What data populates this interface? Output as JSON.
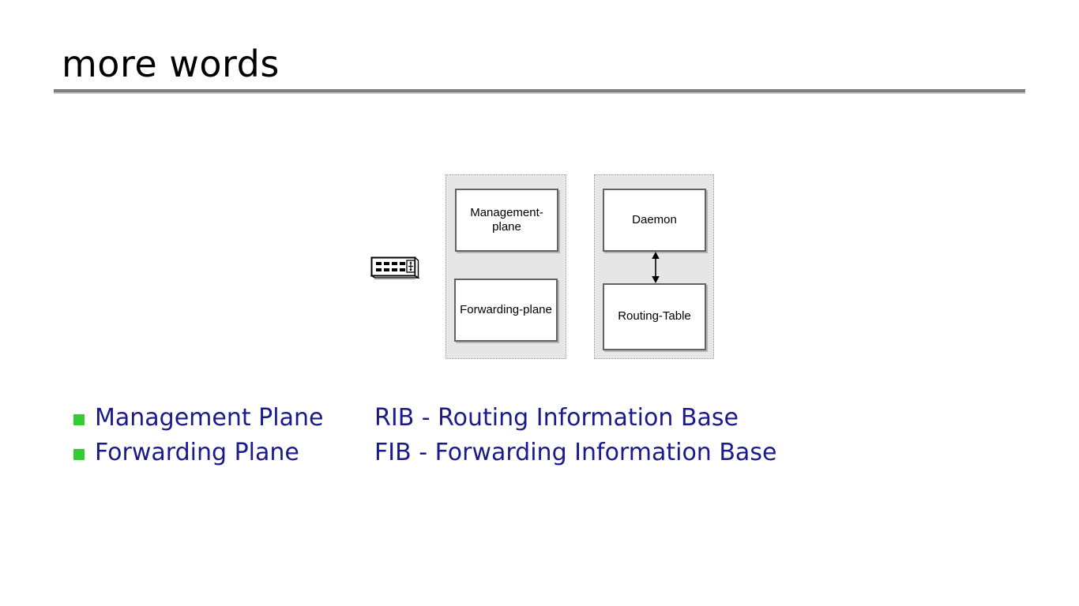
{
  "slide": {
    "title": "more words"
  },
  "diagram": {
    "device_icon_name": "network-switch-icon",
    "panels": [
      {
        "id": "router-planes",
        "name": "router-planes-panel",
        "boxes": [
          {
            "label": "Management-plane",
            "name": "management-plane-box"
          },
          {
            "label": "Forwarding-plane",
            "name": "forwarding-plane-box"
          }
        ]
      },
      {
        "id": "control-internals",
        "name": "control-internals-panel",
        "boxes": [
          {
            "label": "Daemon",
            "name": "daemon-box"
          },
          {
            "label": "Routing-Table",
            "name": "routing-table-box"
          }
        ],
        "connector": {
          "name": "daemon-routing-table-arrow",
          "style": "double-headed-vertical-arrow"
        }
      }
    ]
  },
  "bullets": [
    {
      "label": "Management Plane"
    },
    {
      "label": "Forwarding Plane"
    }
  ],
  "acronyms": [
    {
      "label": "RIB - Routing Information Base"
    },
    {
      "label": "FIB - Forwarding Information Base"
    }
  ],
  "colors": {
    "title_text": "#000000",
    "rule_dark": "#7f7f7f",
    "rule_light": "#c8c8c8",
    "bullet_marker": "#33cc33",
    "body_text": "#1a1a8c",
    "panel_fill": "#e6e6e6",
    "panel_border": "#9a9a9a",
    "box_fill": "#ffffff",
    "box_border": "#636363"
  }
}
